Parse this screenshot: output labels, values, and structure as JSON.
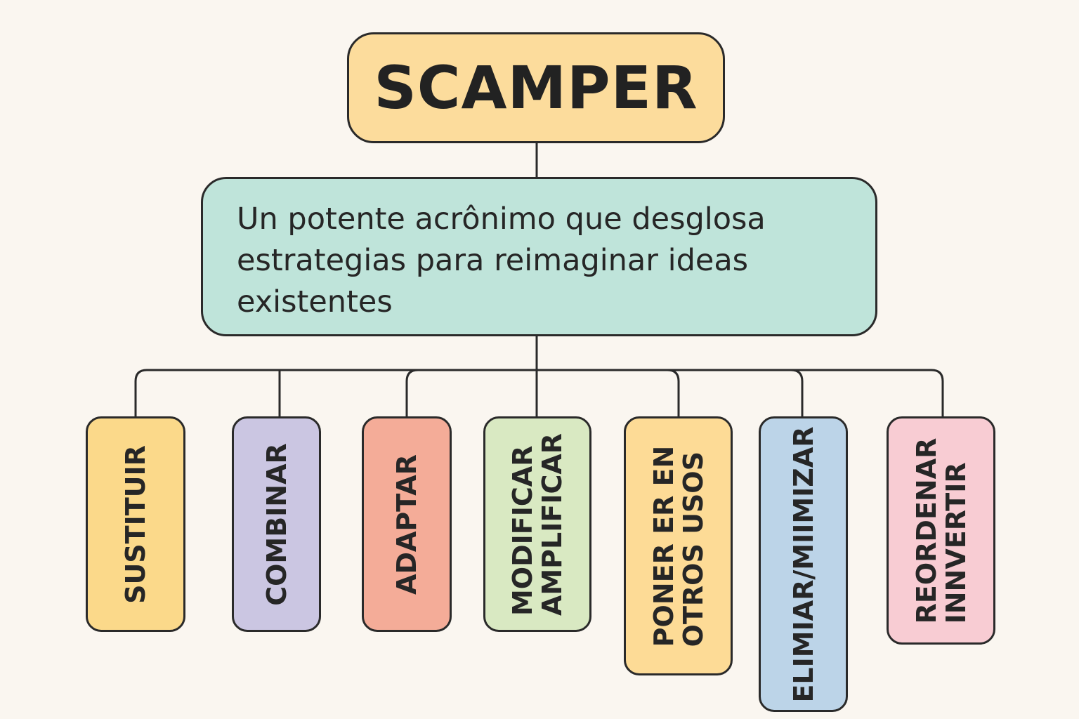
{
  "diagram": {
    "title": "SCAMPER",
    "description": "Un potente acrônimo que desglosa estrategias para reimaginar ideas existentes",
    "items": [
      {
        "label": "SUSTITUIR"
      },
      {
        "label": "COMBINAR"
      },
      {
        "label": "ADAPTAR"
      },
      {
        "label": "MODIFICAR\nAMPLIFICAR"
      },
      {
        "label": "PONER ER EN\nOTROS USOS"
      },
      {
        "label": "ELIMIAR/MIIMIZAR"
      },
      {
        "label": "REORDENAR\nINNVERTIR"
      }
    ]
  },
  "colors": {
    "background": "#faf6f0",
    "title_fill": "#fcdc9c",
    "description_fill": "#bfe4da",
    "item_fills": [
      "#fbd98a",
      "#cbc6e2",
      "#f4ac98",
      "#d9e9c2",
      "#fddb96",
      "#bcd4e8",
      "#f8ccd3"
    ],
    "outline": "#2a2a2a"
  }
}
